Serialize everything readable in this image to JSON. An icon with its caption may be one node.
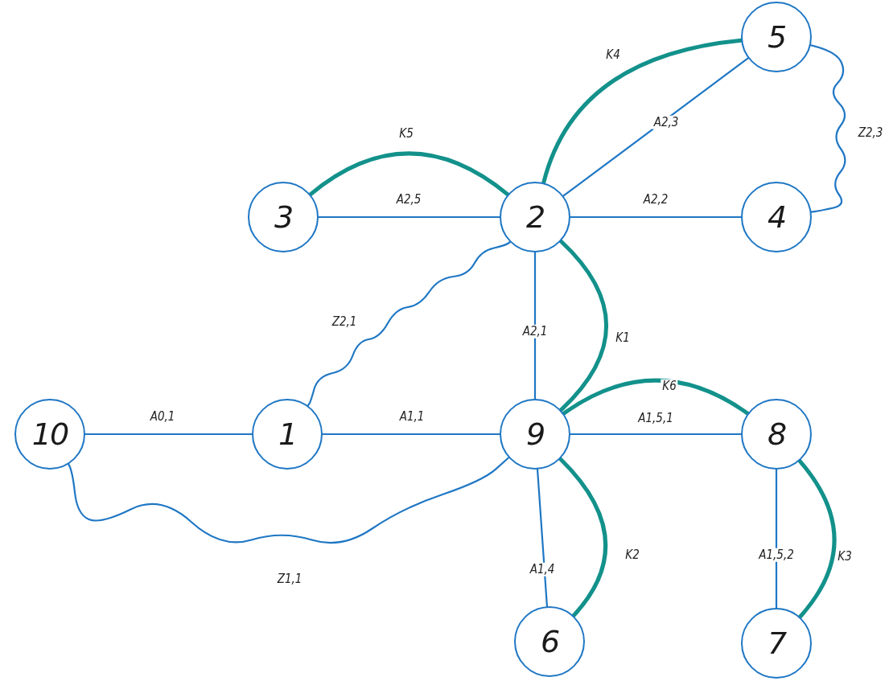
{
  "diagram": {
    "nodes": [
      {
        "text": [
          "5"
        ]
      },
      {
        "text": [
          "3"
        ]
      },
      {
        "text": [
          "2"
        ]
      },
      {
        "text": [
          "4"
        ]
      },
      {
        "text": [
          "10"
        ]
      },
      {
        "text": [
          "1"
        ]
      },
      {
        "text": [
          "9"
        ]
      },
      {
        "text": [
          "8"
        ]
      },
      {
        "text": [
          "6"
        ]
      },
      {
        "text": [
          "7"
        ]
      }
    ],
    "edges": [
      {
        "from": 1,
        "to": 2,
        "arrow": "none",
        "label": "K5",
        "style": "thick",
        "color": "#13918b"
      },
      {
        "from": 1,
        "to": 2,
        "arrow": "none",
        "label": "A2,5"
      },
      {
        "from": 2,
        "to": 0,
        "arrow": "none",
        "label": "K4",
        "style": "thick",
        "color": "#13918b"
      },
      {
        "from": 2,
        "to": 0,
        "arrow": "none",
        "label": "A2,3"
      },
      {
        "from": 2,
        "to": 3,
        "arrow": "none",
        "label": "A2,2"
      },
      {
        "from": 0,
        "to": 3,
        "arrow": "none",
        "label": "Z2,3"
      },
      {
        "from": 2,
        "to": 5,
        "arrow": "none",
        "label": "Z2,1"
      },
      {
        "from": 2,
        "to": 6,
        "arrow": "none",
        "label": "A2,1"
      },
      {
        "from": 2,
        "to": 6,
        "arrow": "none",
        "label": "K1",
        "style": "thick",
        "color": "#13918b"
      },
      {
        "from": 4,
        "to": 5,
        "arrow": "none",
        "label": "A0,1"
      },
      {
        "from": 5,
        "to": 6,
        "arrow": "none",
        "label": "A1,1"
      },
      {
        "from": 6,
        "to": 7,
        "arrow": "none",
        "label": "K6",
        "style": "thick",
        "color": "#13918b"
      },
      {
        "from": 6,
        "to": 7,
        "arrow": "none",
        "label": "A1,5,1"
      },
      {
        "from": 4,
        "to": 6,
        "arrow": "none",
        "label": "Z1,1"
      },
      {
        "from": 6,
        "to": 8,
        "arrow": "none",
        "label": "K2",
        "style": "thick",
        "color": "#13918b"
      },
      {
        "from": 6,
        "to": 8,
        "arrow": "none",
        "label": "A1,4"
      },
      {
        "from": 7,
        "to": 9,
        "arrow": "none",
        "label": "A1,5,2"
      },
      {
        "from": 7,
        "to": 9,
        "arrow": "none",
        "label": "K3",
        "style": "thick",
        "color": "#13918b"
      }
    ]
  }
}
